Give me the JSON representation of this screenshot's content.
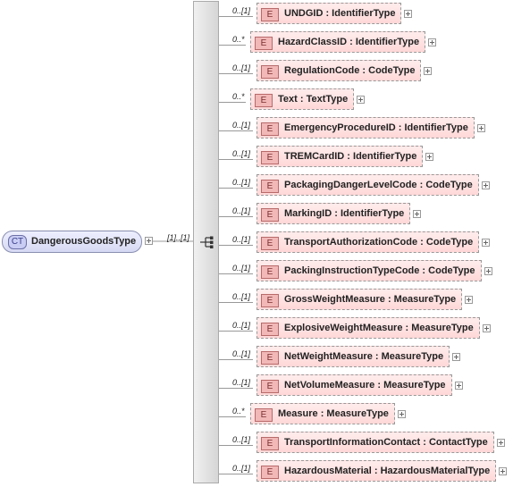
{
  "complex_type": {
    "badge": "CT",
    "name": "DangerousGoodsType"
  },
  "sequence": {
    "cardinality": "[1]..[1]"
  },
  "elements": [
    {
      "occurs": "0..[1]",
      "badge": "E",
      "name": "UNDGID",
      "type": "IdentifierType"
    },
    {
      "occurs": "0..*",
      "badge": "E",
      "name": "HazardClassID",
      "type": "IdentifierType"
    },
    {
      "occurs": "0..[1]",
      "badge": "E",
      "name": "RegulationCode",
      "type": "CodeType"
    },
    {
      "occurs": "0..*",
      "badge": "E",
      "name": "Text",
      "type": "TextType"
    },
    {
      "occurs": "0..[1]",
      "badge": "E",
      "name": "EmergencyProcedureID",
      "type": "IdentifierType"
    },
    {
      "occurs": "0..[1]",
      "badge": "E",
      "name": "TREMCardID",
      "type": "IdentifierType"
    },
    {
      "occurs": "0..[1]",
      "badge": "E",
      "name": "PackagingDangerLevelCode",
      "type": "CodeType"
    },
    {
      "occurs": "0..[1]",
      "badge": "E",
      "name": "MarkingID",
      "type": "IdentifierType"
    },
    {
      "occurs": "0..[1]",
      "badge": "E",
      "name": "TransportAuthorizationCode",
      "type": "CodeType"
    },
    {
      "occurs": "0..[1]",
      "badge": "E",
      "name": "PackingInstructionTypeCode",
      "type": "CodeType"
    },
    {
      "occurs": "0..[1]",
      "badge": "E",
      "name": "GrossWeightMeasure",
      "type": "MeasureType"
    },
    {
      "occurs": "0..[1]",
      "badge": "E",
      "name": "ExplosiveWeightMeasure",
      "type": "MeasureType"
    },
    {
      "occurs": "0..[1]",
      "badge": "E",
      "name": "NetWeightMeasure",
      "type": "MeasureType"
    },
    {
      "occurs": "0..[1]",
      "badge": "E",
      "name": "NetVolumeMeasure",
      "type": "MeasureType"
    },
    {
      "occurs": "0..*",
      "badge": "E",
      "name": "Measure",
      "type": "MeasureType"
    },
    {
      "occurs": "0..[1]",
      "badge": "E",
      "name": "TransportInformationContact",
      "type": "ContactType"
    },
    {
      "occurs": "0..[1]",
      "badge": "E",
      "name": "HazardousMaterial",
      "type": "HazardousMaterialType"
    }
  ]
}
